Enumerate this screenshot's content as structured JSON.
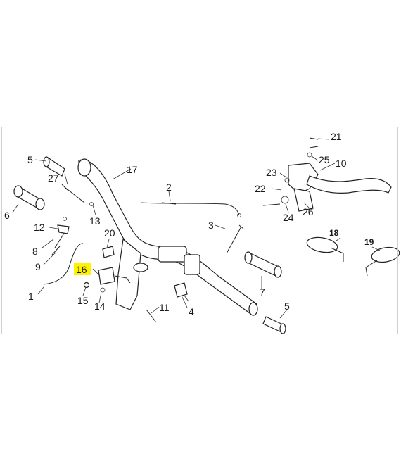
{
  "diagram": {
    "labels": [
      {
        "id": "1",
        "text": "1"
      },
      {
        "id": "2",
        "text": "2"
      },
      {
        "id": "3",
        "text": "3"
      },
      {
        "id": "4",
        "text": "4"
      },
      {
        "id": "5a",
        "text": "5"
      },
      {
        "id": "5b",
        "text": "5"
      },
      {
        "id": "6",
        "text": "6"
      },
      {
        "id": "7",
        "text": "7"
      },
      {
        "id": "8",
        "text": "8"
      },
      {
        "id": "9",
        "text": "9"
      },
      {
        "id": "10",
        "text": "10"
      },
      {
        "id": "11",
        "text": "11"
      },
      {
        "id": "12",
        "text": "12"
      },
      {
        "id": "13",
        "text": "13"
      },
      {
        "id": "14",
        "text": "14"
      },
      {
        "id": "15",
        "text": "15"
      },
      {
        "id": "16",
        "text": "16"
      },
      {
        "id": "17",
        "text": "17"
      },
      {
        "id": "18",
        "text": "18"
      },
      {
        "id": "19",
        "text": "19"
      },
      {
        "id": "20",
        "text": "20"
      },
      {
        "id": "21",
        "text": "21"
      },
      {
        "id": "22",
        "text": "22"
      },
      {
        "id": "23",
        "text": "23"
      },
      {
        "id": "24",
        "text": "24"
      },
      {
        "id": "25",
        "text": "25"
      },
      {
        "id": "26",
        "text": "26"
      },
      {
        "id": "27",
        "text": "27"
      }
    ],
    "highlighted_label": "16",
    "highlight_color": "#fff200"
  }
}
